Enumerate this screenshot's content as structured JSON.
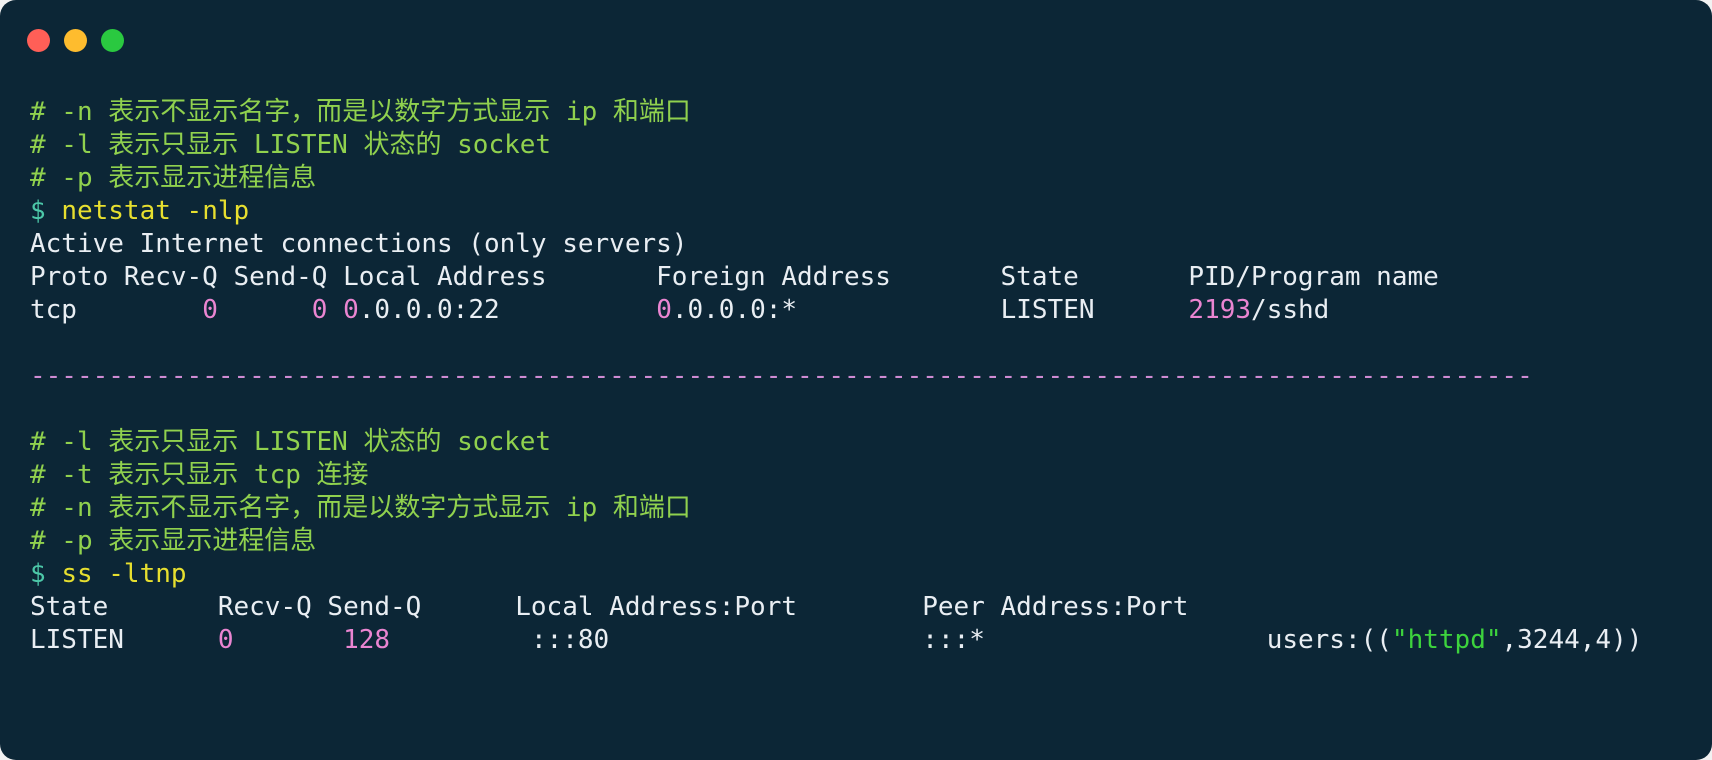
{
  "palette": {
    "background": "#0c2636",
    "text": "#e9eef3",
    "comment_green": "#90d14e",
    "command_yellow": "#e7df2f",
    "prompt_cyan": "#4cc7a8",
    "number_pink": "#ea85d1",
    "separator_pink": "#cf8bd3",
    "string_green": "#3dd33d",
    "light_red": "#ff5f57",
    "light_yellow": "#febc2e",
    "light_green": "#2ac940"
  },
  "window": {
    "traffic_lights": [
      {
        "name": "close-button",
        "color_key": "light_red"
      },
      {
        "name": "minimize-button",
        "color_key": "light_yellow"
      },
      {
        "name": "maximize-button",
        "color_key": "light_green"
      }
    ]
  },
  "terminal": {
    "lines": [
      {
        "segments": [
          {
            "text": "# -n 表示不显示名字，而是以数字方式显示 ip 和端口",
            "color": "comment"
          }
        ]
      },
      {
        "segments": [
          {
            "text": "# -l 表示只显示 LISTEN 状态的 socket",
            "color": "comment"
          }
        ]
      },
      {
        "segments": [
          {
            "text": "# -p 表示显示进程信息",
            "color": "comment"
          }
        ]
      },
      {
        "segments": [
          {
            "text": "$ ",
            "color": "prompt"
          },
          {
            "text": "netstat -nlp",
            "color": "command"
          }
        ]
      },
      {
        "segments": [
          {
            "text": "Active Internet connections (only servers)",
            "color": "text"
          }
        ]
      },
      {
        "segments": [
          {
            "text": "Proto Recv-Q Send-Q Local Address       Foreign Address       State       PID/Program name",
            "color": "text"
          }
        ]
      },
      {
        "segments": [
          {
            "text": "tcp",
            "color": "text"
          },
          {
            "text": "        ",
            "color": "text"
          },
          {
            "text": "0",
            "color": "number"
          },
          {
            "text": "      ",
            "color": "text"
          },
          {
            "text": "0",
            "color": "number"
          },
          {
            "text": " ",
            "color": "text"
          },
          {
            "text": "0",
            "color": "number"
          },
          {
            "text": ".0.0.0:22",
            "color": "text"
          },
          {
            "text": "          ",
            "color": "text"
          },
          {
            "text": "0",
            "color": "number"
          },
          {
            "text": ".0.0.0:*",
            "color": "text"
          },
          {
            "text": "             ",
            "color": "text"
          },
          {
            "text": "LISTEN",
            "color": "text"
          },
          {
            "text": "      ",
            "color": "text"
          },
          {
            "text": "2193",
            "color": "number"
          },
          {
            "text": "/sshd",
            "color": "text"
          }
        ]
      },
      {
        "segments": []
      },
      {
        "segments": [
          {
            "text": "------------------------------------------------------------------------------------------------",
            "color": "separator"
          }
        ]
      },
      {
        "segments": []
      },
      {
        "segments": [
          {
            "text": "# -l 表示只显示 LISTEN 状态的 socket",
            "color": "comment"
          }
        ]
      },
      {
        "segments": [
          {
            "text": "# -t 表示只显示 tcp 连接",
            "color": "comment"
          }
        ]
      },
      {
        "segments": [
          {
            "text": "# -n 表示不显示名字，而是以数字方式显示 ip 和端口",
            "color": "comment"
          }
        ]
      },
      {
        "segments": [
          {
            "text": "# -p 表示显示进程信息",
            "color": "comment"
          }
        ]
      },
      {
        "segments": [
          {
            "text": "$ ",
            "color": "prompt"
          },
          {
            "text": "ss -ltnp",
            "color": "command"
          }
        ]
      },
      {
        "segments": [
          {
            "text": "State       Recv-Q Send-Q      Local Address:Port        Peer Address:Port",
            "color": "text"
          }
        ]
      },
      {
        "segments": [
          {
            "text": "LISTEN",
            "color": "text"
          },
          {
            "text": "      ",
            "color": "text"
          },
          {
            "text": "0",
            "color": "number"
          },
          {
            "text": "       ",
            "color": "text"
          },
          {
            "text": "128",
            "color": "number"
          },
          {
            "text": "         ",
            "color": "text"
          },
          {
            "text": ":::80",
            "color": "text"
          },
          {
            "text": "                    ",
            "color": "text"
          },
          {
            "text": ":::*",
            "color": "text"
          },
          {
            "text": "                  ",
            "color": "text"
          },
          {
            "text": "users:((",
            "color": "text"
          },
          {
            "text": "\"httpd\"",
            "color": "string"
          },
          {
            "text": ",3244,4))",
            "color": "text"
          }
        ]
      }
    ]
  }
}
